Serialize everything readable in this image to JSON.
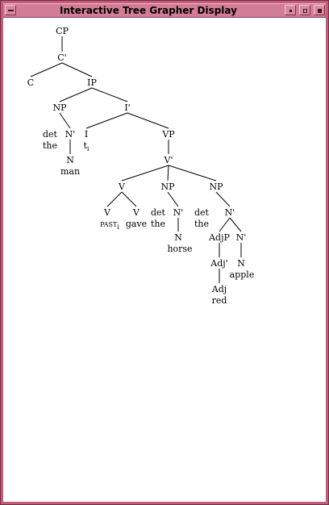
{
  "window": {
    "title": "Interactive Tree Grapher Display"
  },
  "tree": {
    "nodes": [
      {
        "id": "CP",
        "label": "CP"
      },
      {
        "id": "Cbar",
        "label": "C'"
      },
      {
        "id": "C",
        "label": "C"
      },
      {
        "id": "IP",
        "label": "IP"
      },
      {
        "id": "NP1",
        "label": "NP"
      },
      {
        "id": "Ibar",
        "label": "I'"
      },
      {
        "id": "det1",
        "label": "det"
      },
      {
        "id": "the1",
        "label": "the"
      },
      {
        "id": "Nbar1",
        "label": "N'"
      },
      {
        "id": "N1",
        "label": "N"
      },
      {
        "id": "man",
        "label": "man"
      },
      {
        "id": "I",
        "label": "I"
      },
      {
        "id": "ti",
        "label": "t",
        "sub": "i"
      },
      {
        "id": "VP",
        "label": "VP"
      },
      {
        "id": "Vbar",
        "label": "V'"
      },
      {
        "id": "V",
        "label": "V"
      },
      {
        "id": "NP2",
        "label": "NP"
      },
      {
        "id": "NP3",
        "label": "NP"
      },
      {
        "id": "V1",
        "label": "V"
      },
      {
        "id": "PAST",
        "label": "PAST",
        "sub": "i",
        "small": true
      },
      {
        "id": "V2",
        "label": "V"
      },
      {
        "id": "gave",
        "label": "gave"
      },
      {
        "id": "det2",
        "label": "det"
      },
      {
        "id": "the2",
        "label": "the"
      },
      {
        "id": "Nbar2",
        "label": "N'"
      },
      {
        "id": "N2",
        "label": "N"
      },
      {
        "id": "horse",
        "label": "horse"
      },
      {
        "id": "det3",
        "label": "det"
      },
      {
        "id": "the3",
        "label": "the"
      },
      {
        "id": "Nbar3",
        "label": "N'"
      },
      {
        "id": "AdjP",
        "label": "AdjP"
      },
      {
        "id": "Nbar4",
        "label": "N'"
      },
      {
        "id": "Adjbar",
        "label": "Adj'"
      },
      {
        "id": "N3",
        "label": "N"
      },
      {
        "id": "apple",
        "label": "apple"
      },
      {
        "id": "Adj",
        "label": "Adj"
      },
      {
        "id": "red",
        "label": "red"
      }
    ],
    "edges": [
      [
        "CP",
        "Cbar"
      ],
      [
        "Cbar",
        "C"
      ],
      [
        "Cbar",
        "IP"
      ],
      [
        "IP",
        "NP1"
      ],
      [
        "IP",
        "Ibar"
      ],
      [
        "NP1",
        "Nbar1"
      ],
      [
        "Nbar1",
        "N1"
      ],
      [
        "Ibar",
        "I"
      ],
      [
        "Ibar",
        "VP"
      ],
      [
        "VP",
        "Vbar"
      ],
      [
        "Vbar",
        "V"
      ],
      [
        "Vbar",
        "NP2"
      ],
      [
        "Vbar",
        "NP3"
      ],
      [
        "V",
        "V1"
      ],
      [
        "V",
        "V2"
      ],
      [
        "NP2",
        "Nbar2"
      ],
      [
        "Nbar2",
        "N2"
      ],
      [
        "NP3",
        "Nbar3"
      ],
      [
        "Nbar3",
        "AdjP"
      ],
      [
        "Nbar3",
        "Nbar4"
      ],
      [
        "AdjP",
        "Adjbar"
      ],
      [
        "Adjbar",
        "Adj"
      ],
      [
        "Nbar4",
        "N3"
      ]
    ]
  }
}
